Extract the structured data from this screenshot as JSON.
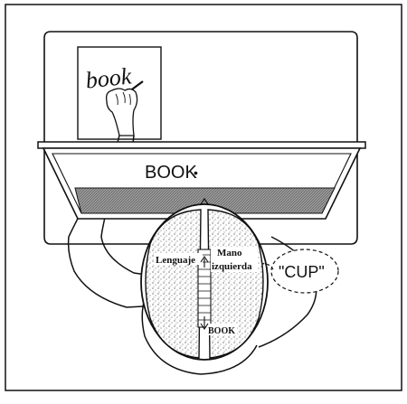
{
  "labels": {
    "handwriting": "book",
    "screen_word": "BOOK",
    "fixation_dot": "•",
    "speech_bubble": "\"CUP\"",
    "left_hemisphere": "Lenguaje",
    "right_hand_line1": "Mano",
    "right_hand_line2": "izquierda",
    "corpus_callosum": "BOOK"
  },
  "colors": {
    "ink": "#111111",
    "background": "#ffffff",
    "screen_shadow": "#8a8a8a"
  }
}
